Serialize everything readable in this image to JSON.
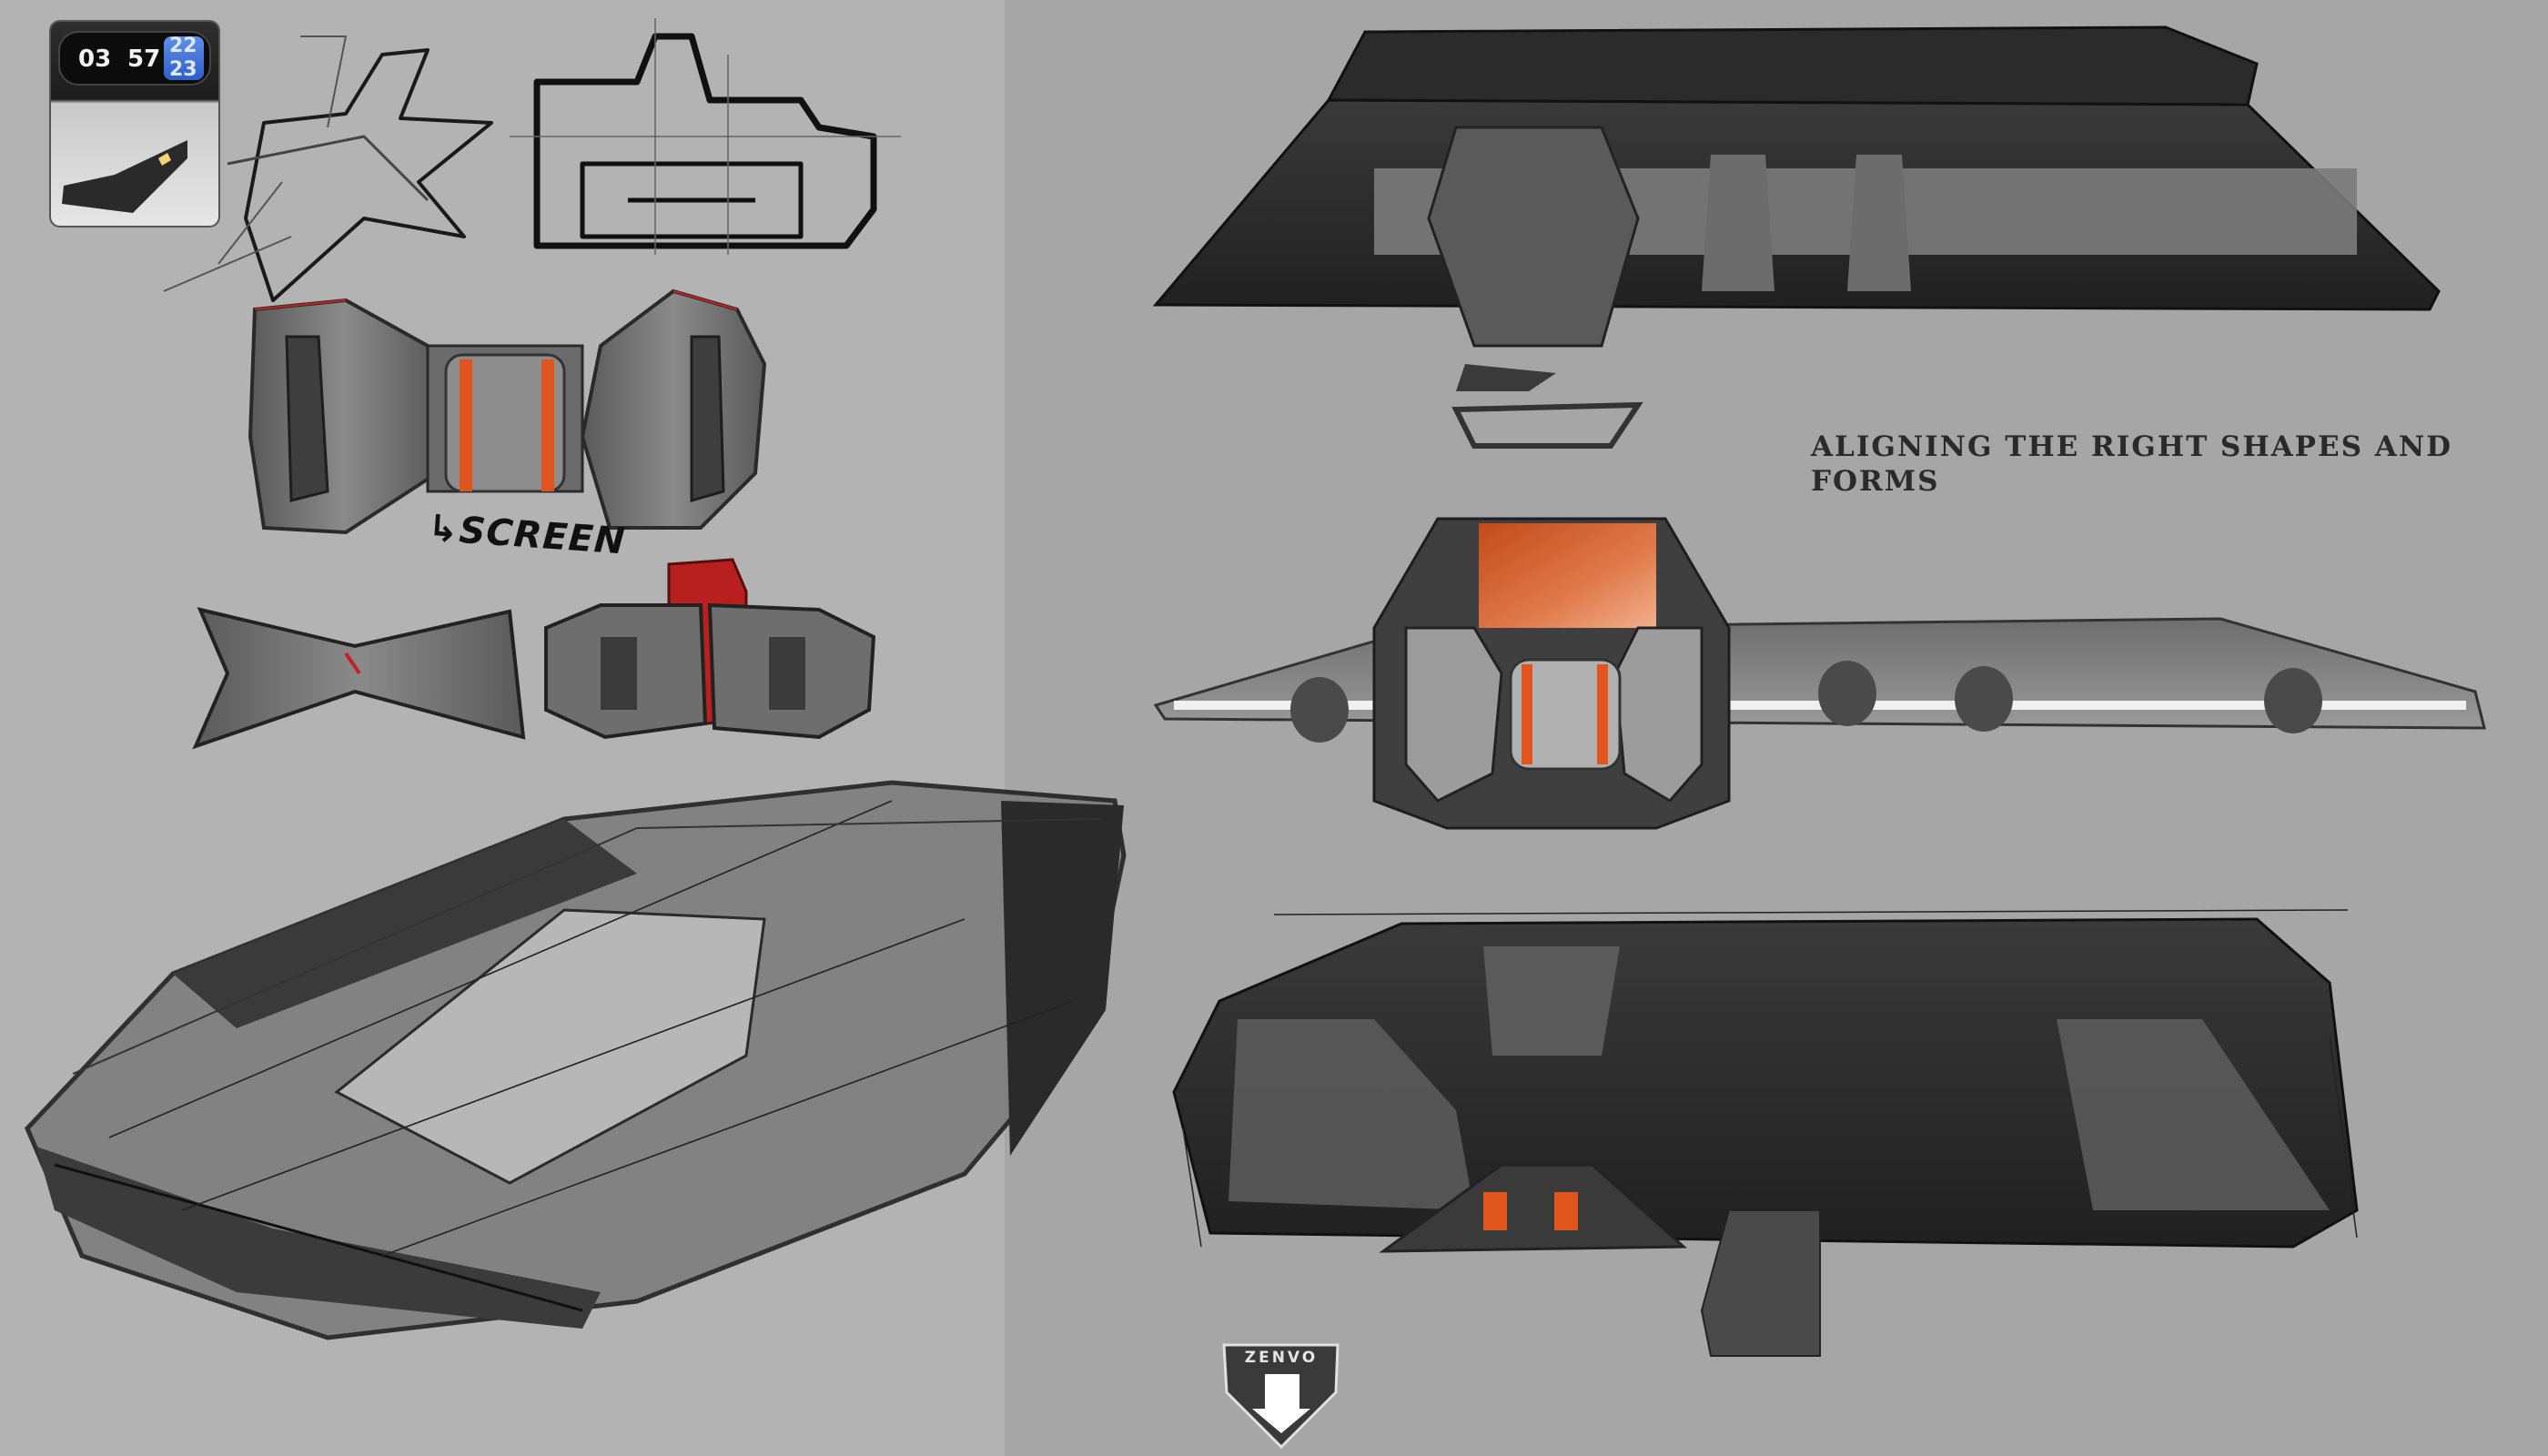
{
  "canvas": {
    "left_background": "#b3b3b3",
    "right_background": "#a6a6a6",
    "accent_orange": "#e0551e",
    "accent_red": "#c42222"
  },
  "caption": {
    "line1": "Aligning the right shapes and",
    "line2": "forms"
  },
  "sketch_label": "↳SCREEN",
  "clock_widget": {
    "hours": "03",
    "minutes": "57",
    "extra_top": "22",
    "extra_bottom": "23"
  },
  "logo": {
    "text": "ZENVO",
    "icon": "shield-emblem-icon"
  }
}
